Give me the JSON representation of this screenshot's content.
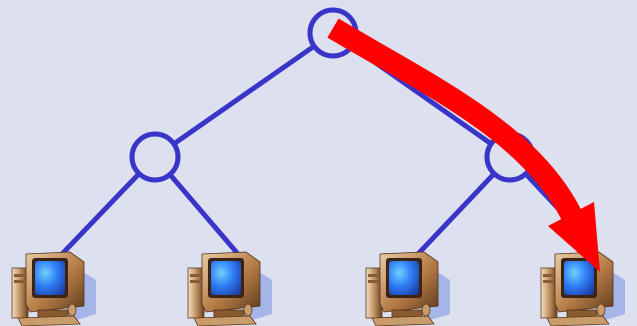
{
  "diagram": {
    "type": "tree-network",
    "nodes": [
      {
        "id": "root",
        "kind": "router-node"
      },
      {
        "id": "left",
        "kind": "router-node"
      },
      {
        "id": "right",
        "kind": "router-node"
      }
    ],
    "hosts": [
      {
        "id": "host-1",
        "icon": "computer-icon"
      },
      {
        "id": "host-2",
        "icon": "computer-icon"
      },
      {
        "id": "host-3",
        "icon": "computer-icon"
      },
      {
        "id": "host-4",
        "icon": "computer-icon"
      }
    ],
    "edges": [
      [
        "root",
        "left"
      ],
      [
        "root",
        "right"
      ],
      [
        "left",
        "host-1"
      ],
      [
        "left",
        "host-2"
      ],
      [
        "right",
        "host-3"
      ],
      [
        "right",
        "host-4"
      ]
    ],
    "highlight_path": {
      "from": "root",
      "to": "host-4",
      "via": [
        "right"
      ],
      "icon": "arrow-icon"
    }
  },
  "colors": {
    "background": "#dde1ef",
    "link": "#3a35c9",
    "arrow": "#ff0000",
    "screen": "#2f7df6",
    "case": "#b57a43"
  }
}
